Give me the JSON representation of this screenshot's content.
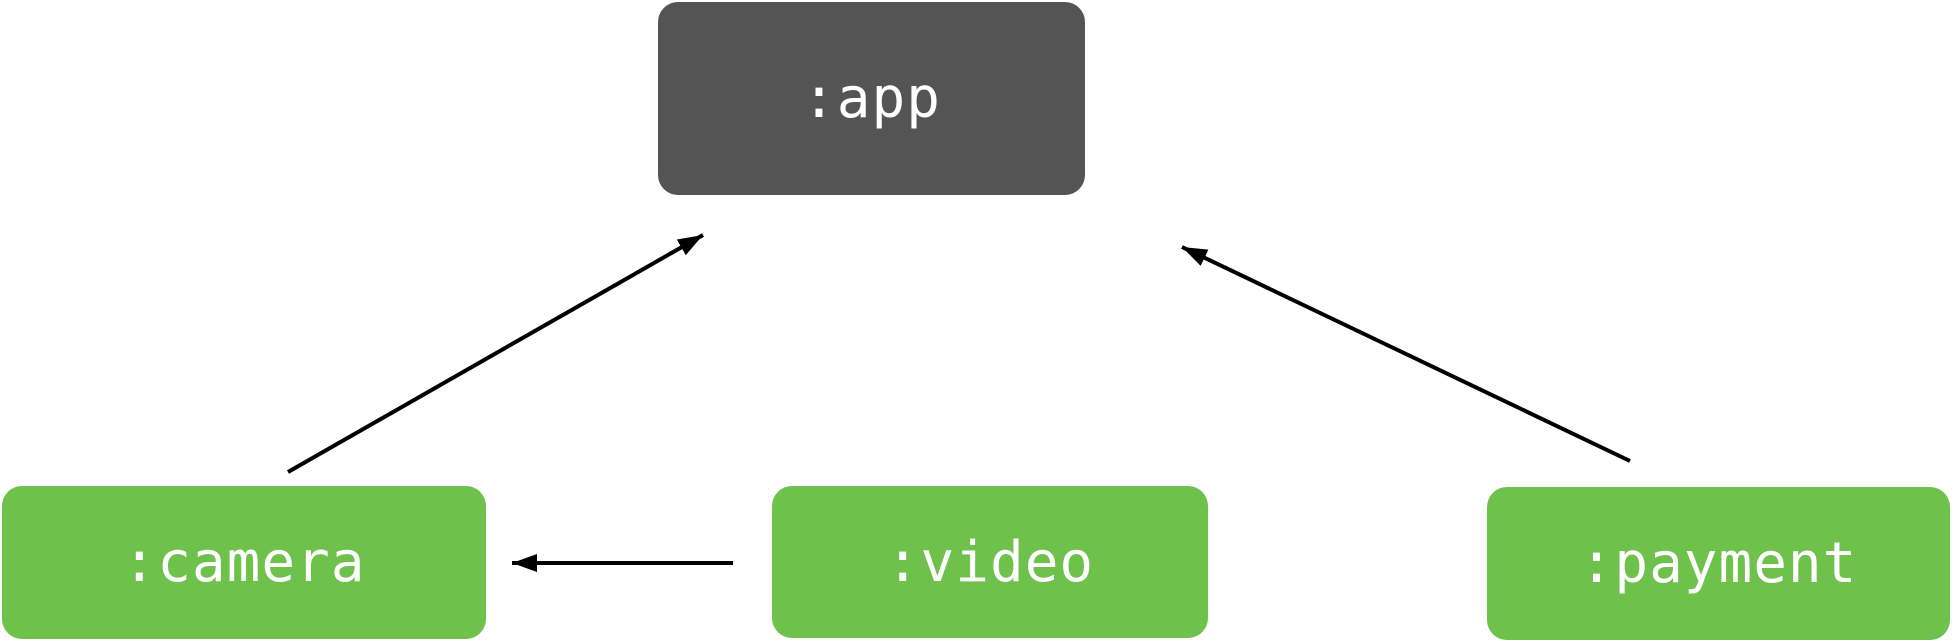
{
  "diagram": {
    "type": "module-dependency-graph",
    "background": "#ffffff",
    "arrow_color": "#000000",
    "nodes": {
      "app": {
        "id": "app",
        "label": ":app",
        "fill": "#545454",
        "text_color": "#ffffff"
      },
      "camera": {
        "id": "camera",
        "label": ":camera",
        "fill": "#6EC24B",
        "text_color": "#ffffff"
      },
      "video": {
        "id": "video",
        "label": ":video",
        "fill": "#6EC24B",
        "text_color": "#ffffff"
      },
      "payment": {
        "id": "payment",
        "label": ":payment",
        "fill": "#6EC24B",
        "text_color": "#ffffff"
      }
    },
    "edges": [
      {
        "from": "camera",
        "to": "app"
      },
      {
        "from": "payment",
        "to": "app"
      },
      {
        "from": "video",
        "to": "camera"
      }
    ]
  }
}
